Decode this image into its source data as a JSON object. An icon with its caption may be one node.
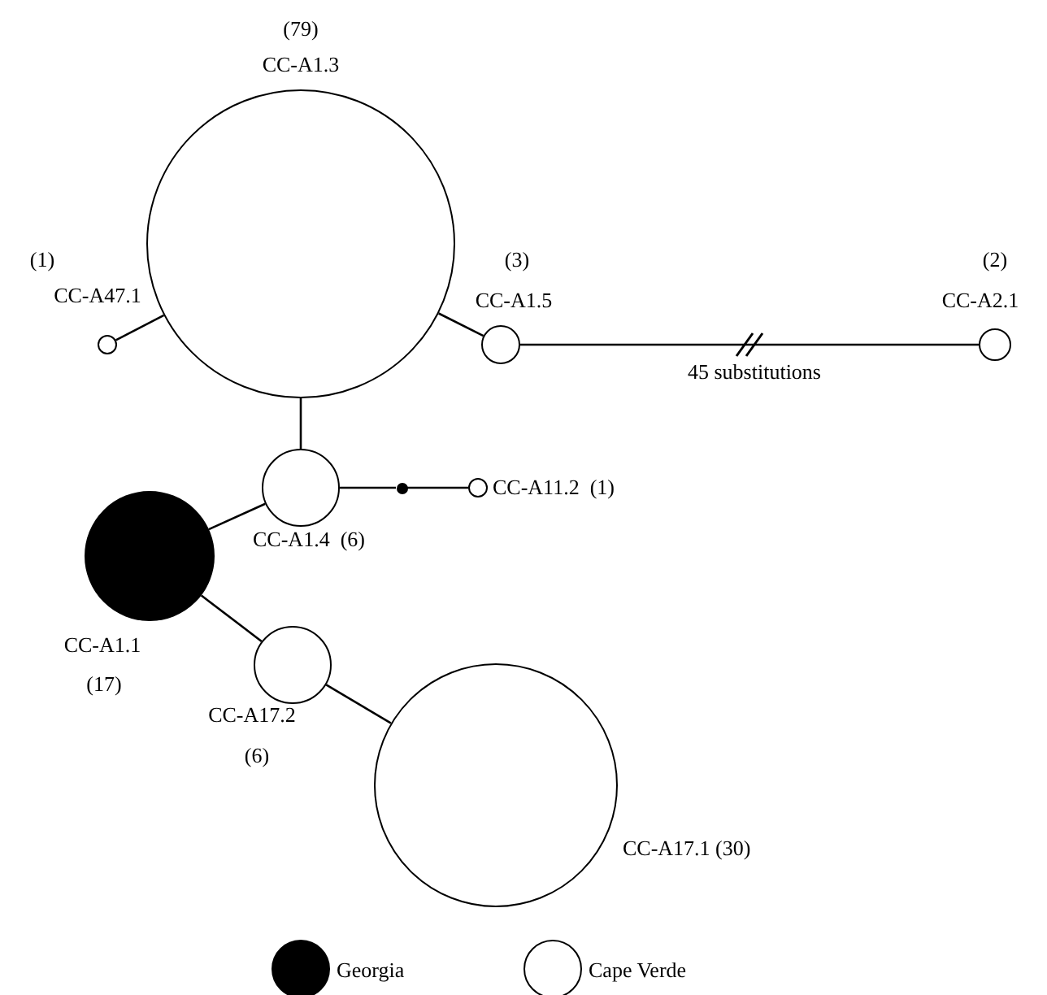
{
  "diagram": {
    "nodes": [
      {
        "text": [],
        "shape": "circle",
        "beside": [
          "(79)",
          "CC-A1.3"
        ]
      },
      {
        "text": [],
        "shape": "circle",
        "beside": [
          "(1)",
          "CC-A47.1"
        ]
      },
      {
        "text": [],
        "shape": "circle",
        "beside": [
          "(3)",
          "CC-A1.5"
        ]
      },
      {
        "text": [],
        "shape": "circle",
        "beside": [
          "(2)",
          "CC-A2.1"
        ]
      },
      {
        "text": [],
        "shape": "circle",
        "beside": [
          "CC-A1.4  (6)"
        ]
      },
      {
        "text": [],
        "shape": "dot"
      },
      {
        "text": [],
        "shape": "circle",
        "beside": [
          "CC-A11.2  (1)"
        ]
      },
      {
        "text": [],
        "shape": "circle",
        "beside": [
          "CC-A1.1",
          "(17)"
        ]
      },
      {
        "text": [],
        "shape": "circle",
        "beside": [
          "CC-A17.2",
          "(6)"
        ]
      },
      {
        "text": [],
        "shape": "circle",
        "beside": [
          "CC-A17.1 (30)"
        ]
      }
    ],
    "edges": [
      {
        "from": 1,
        "to": 0,
        "arrow": "none"
      },
      {
        "from": 0,
        "to": 2,
        "arrow": "none"
      },
      {
        "from": 2,
        "to": 3,
        "arrow": "none",
        "label": "45 substitutions"
      },
      {
        "from": 0,
        "to": 4,
        "arrow": "none"
      },
      {
        "from": 4,
        "to": 5,
        "arrow": "none"
      },
      {
        "from": 5,
        "to": 6,
        "arrow": "none"
      },
      {
        "from": 4,
        "to": 7,
        "arrow": "none"
      },
      {
        "from": 7,
        "to": 8,
        "arrow": "none"
      },
      {
        "from": 8,
        "to": 9,
        "arrow": "none"
      }
    ],
    "legend": [
      {
        "text": "Georgia",
        "color": "#000000"
      },
      {
        "text": "Cape Verde",
        "color": "#ffffff"
      }
    ]
  }
}
